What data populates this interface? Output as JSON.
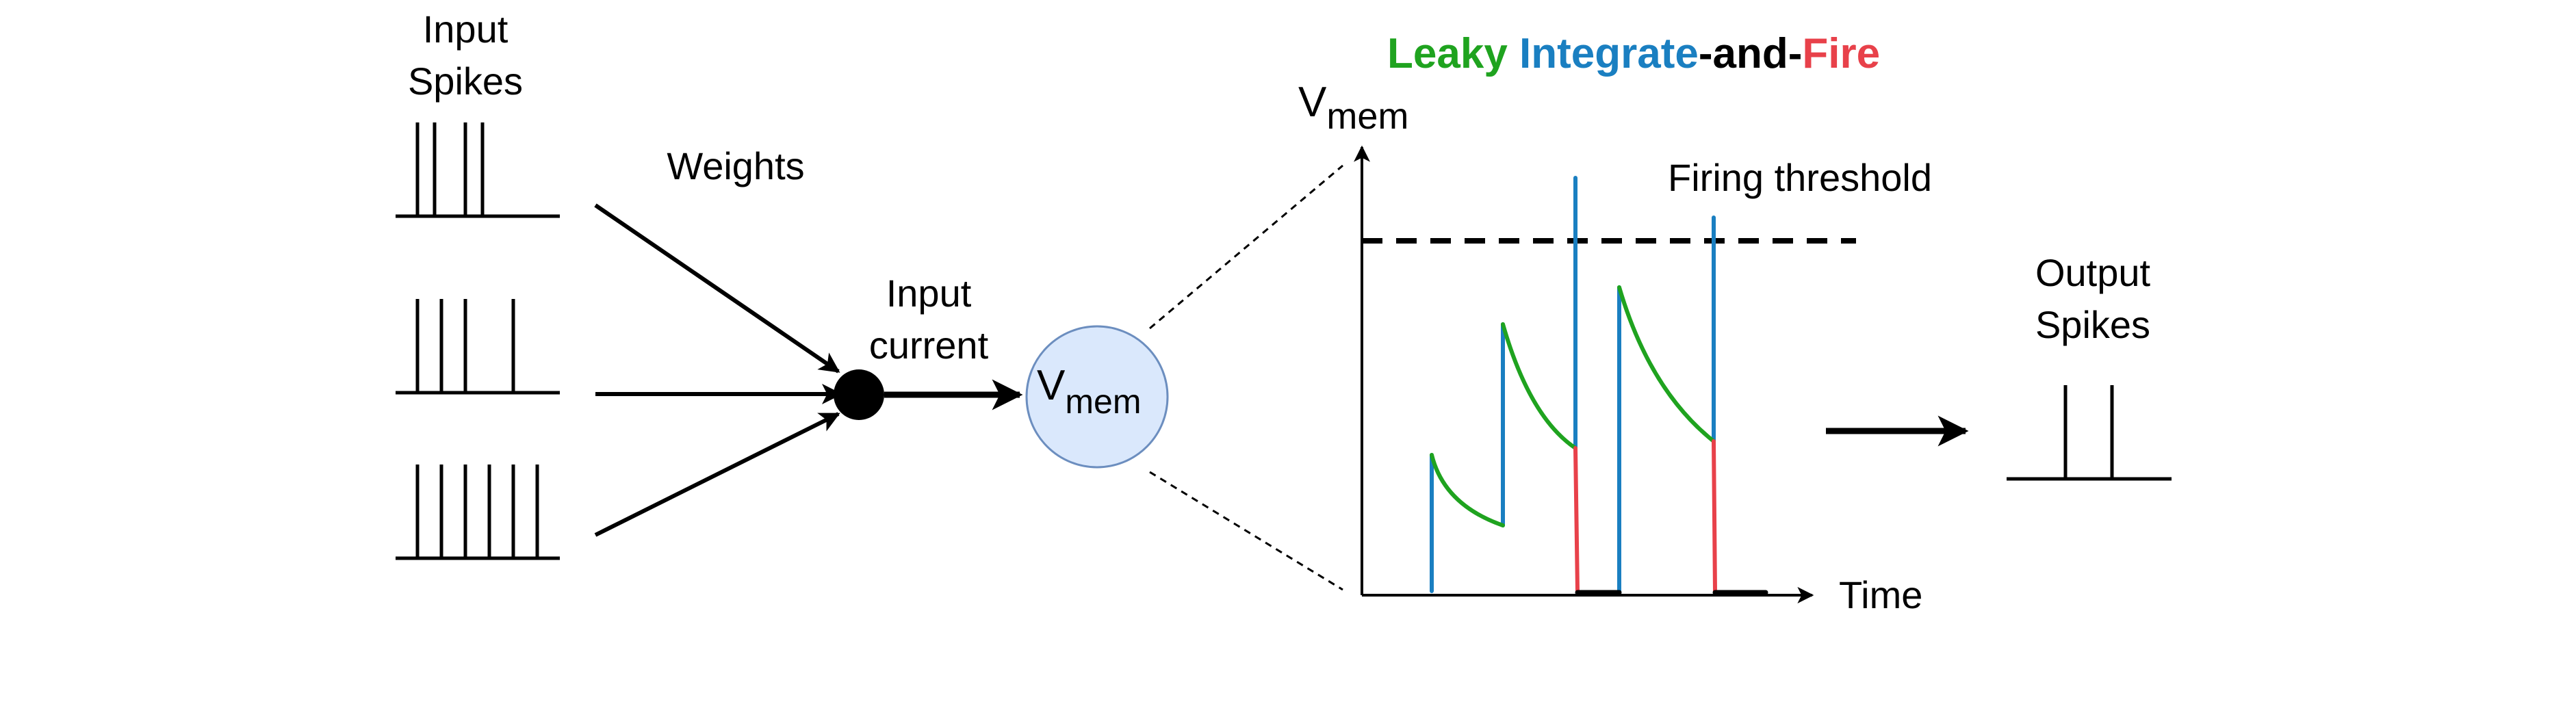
{
  "input_spikes_label": [
    "Input",
    "Spikes"
  ],
  "weights_label": "Weights",
  "input_current_label": [
    "Input",
    "current"
  ],
  "neuron": {
    "symbol": "V",
    "subscript": "mem"
  },
  "title": {
    "leaky": "Leaky",
    "integrate": "Integrate",
    "and1": "-and-",
    "fire": "Fire"
  },
  "plot": {
    "y_label_symbol": "V",
    "y_label_subscript": "mem",
    "x_label": "Time",
    "threshold_label": "Firing threshold"
  },
  "output_spikes_label": [
    "Output",
    "Spikes"
  ],
  "colors": {
    "leaky": "#1fa31f",
    "integrate": "#1a7fc1",
    "fire": "#e8414a",
    "neuron_fill": "#dae8fc",
    "neuron_stroke": "#6c8ebf",
    "ink": "#000000"
  },
  "input_trains": [
    {
      "spikes": 4
    },
    {
      "spikes": 4
    },
    {
      "spikes": 6
    }
  ],
  "output_train": {
    "spikes": 2
  }
}
